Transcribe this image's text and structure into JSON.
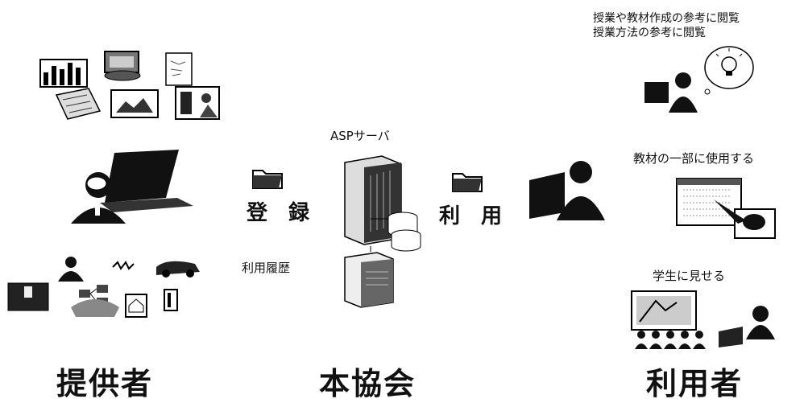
{
  "top_right": {
    "note_line1": "授業や教材作成の参考に閲覧",
    "note_line2": "授業方法の参考に閲覧"
  },
  "center": {
    "server_label": "ASPサーバ",
    "register_label": "登　録",
    "usage_label": "利　用",
    "history_label": "利用履歴"
  },
  "right": {
    "use_part_label": "教材の一部に使用する",
    "show_students_label": "学生に見せる"
  },
  "bottom": {
    "provider": "提供者",
    "association": "本協会",
    "user": "利用者"
  }
}
